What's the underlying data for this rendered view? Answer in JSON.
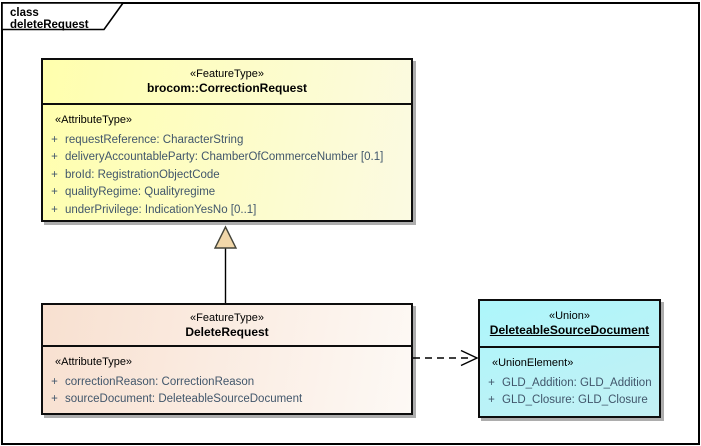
{
  "diagram": {
    "tab_label": "class deleteRequest"
  },
  "colors": {
    "yellow-start": "#ffffad",
    "yellow-end": "#fbfae2",
    "peach-start": "#f8e0d0",
    "peach-end": "#fdf9f5",
    "cyan-start": "#adf6fb",
    "cyan-end": "#c3f0f4",
    "triangle-fill": "#f1d7a9",
    "triangle-stroke": "#45453a",
    "attr-text": "#41566b",
    "shadow": "#adadad"
  },
  "classes": {
    "correction_request": {
      "stereotype": "«FeatureType»",
      "name": "brocom::CorrectionRequest",
      "attr_stereotype": "«AttributeType»",
      "attributes": [
        {
          "vis": "+",
          "text": "requestReference: CharacterString"
        },
        {
          "vis": "+",
          "text": "deliveryAccountableParty: ChamberOfCommerceNumber [0.1]"
        },
        {
          "vis": "+",
          "text": "broId: RegistrationObjectCode"
        },
        {
          "vis": "+",
          "text": "qualityRegime: Qualityregime"
        },
        {
          "vis": "+",
          "text": "underPrivilege: IndicationYesNo [0..1]"
        }
      ]
    },
    "delete_request": {
      "stereotype": "«FeatureType»",
      "name": "DeleteRequest",
      "attr_stereotype": "«AttributeType»",
      "attributes": [
        {
          "vis": "+",
          "text": "correctionReason: CorrectionReason"
        },
        {
          "vis": "+",
          "text": "sourceDocument: DeleteableSourceDocument"
        }
      ]
    },
    "deleteable_source_document": {
      "stereotype": "«Union»",
      "name": "DeleteableSourceDocument",
      "attr_stereotype": "«UnionElement»",
      "attributes": [
        {
          "vis": "+",
          "text": "GLD_Addition: GLD_Addition"
        },
        {
          "vis": "+",
          "text": "GLD_Closure: GLD_Closure"
        }
      ]
    }
  },
  "connectors": {
    "generalization": {
      "type": "generalization",
      "from": "DeleteRequest",
      "to": "brocom::CorrectionRequest"
    },
    "dependency": {
      "type": "dependency",
      "from": "DeleteRequest",
      "to": "DeleteableSourceDocument"
    }
  }
}
